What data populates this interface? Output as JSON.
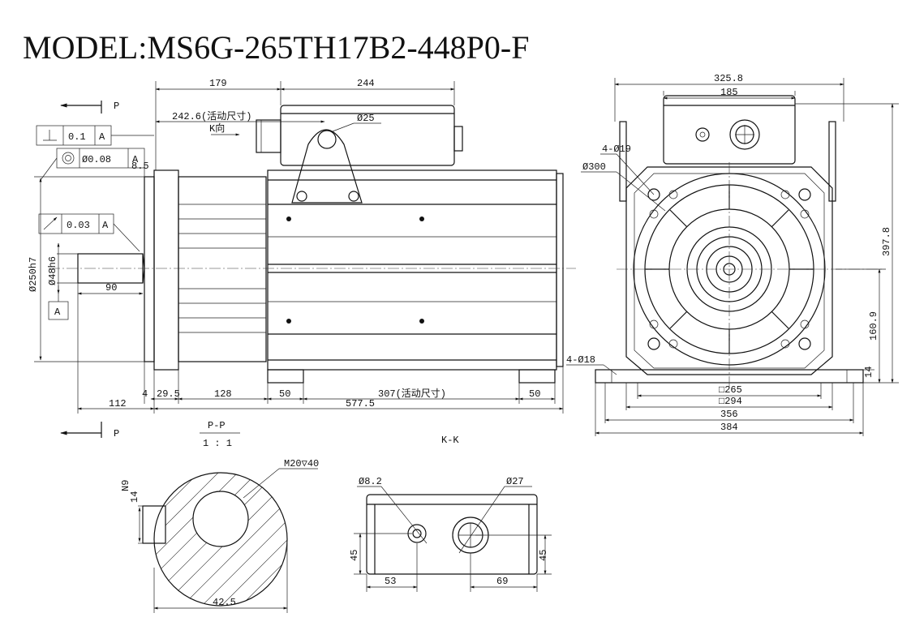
{
  "title": "MODEL:MS6G-265TH17B2-448P0-F",
  "side_view": {
    "view_arrow_label_top": "P",
    "view_arrow_label_bottom": "P",
    "datum": "A",
    "perpendicularity": {
      "value": "0.1",
      "datum": "A"
    },
    "concentricity": {
      "value": "Ø0.08",
      "datum": "A"
    },
    "runout": {
      "value": "0.03",
      "datum": "A"
    },
    "dims": {
      "d179": "179",
      "d244": "244",
      "d242_6": "242.6(活动尺寸)",
      "k_dir": "K向",
      "phi25": "Ø25",
      "d8_5": "8.5",
      "phi250": "Ø250h7",
      "phi48": "Ø48h6",
      "d90": "90",
      "d112": "112",
      "d4": "4",
      "d29_5": "29.5",
      "d128": "128",
      "d50a": "50",
      "d307": "307(活动尺寸)",
      "d50b": "50",
      "d577_5": "577.5"
    }
  },
  "front_view": {
    "dims": {
      "d325_8": "325.8",
      "d185": "185",
      "holes19": "4-Ø19",
      "phi300": "Ø300",
      "d397_8": "397.8",
      "d160_9": "160.9",
      "d14": "14",
      "holes18": "4-Ø18",
      "sq265": "□265",
      "sq294": "□294",
      "d356": "356",
      "d384": "384"
    }
  },
  "section_pp": {
    "label": "P-P",
    "scale": "1 : 1",
    "thread": "M20▽40",
    "keyway": "N9",
    "d14": "14",
    "d42_5": "42.5"
  },
  "view_kk": {
    "label": "K-K",
    "phi8_2": "Ø8.2",
    "phi27": "Ø27",
    "d45_left": "45",
    "d45_right": "45",
    "d53": "53",
    "d69": "69"
  }
}
